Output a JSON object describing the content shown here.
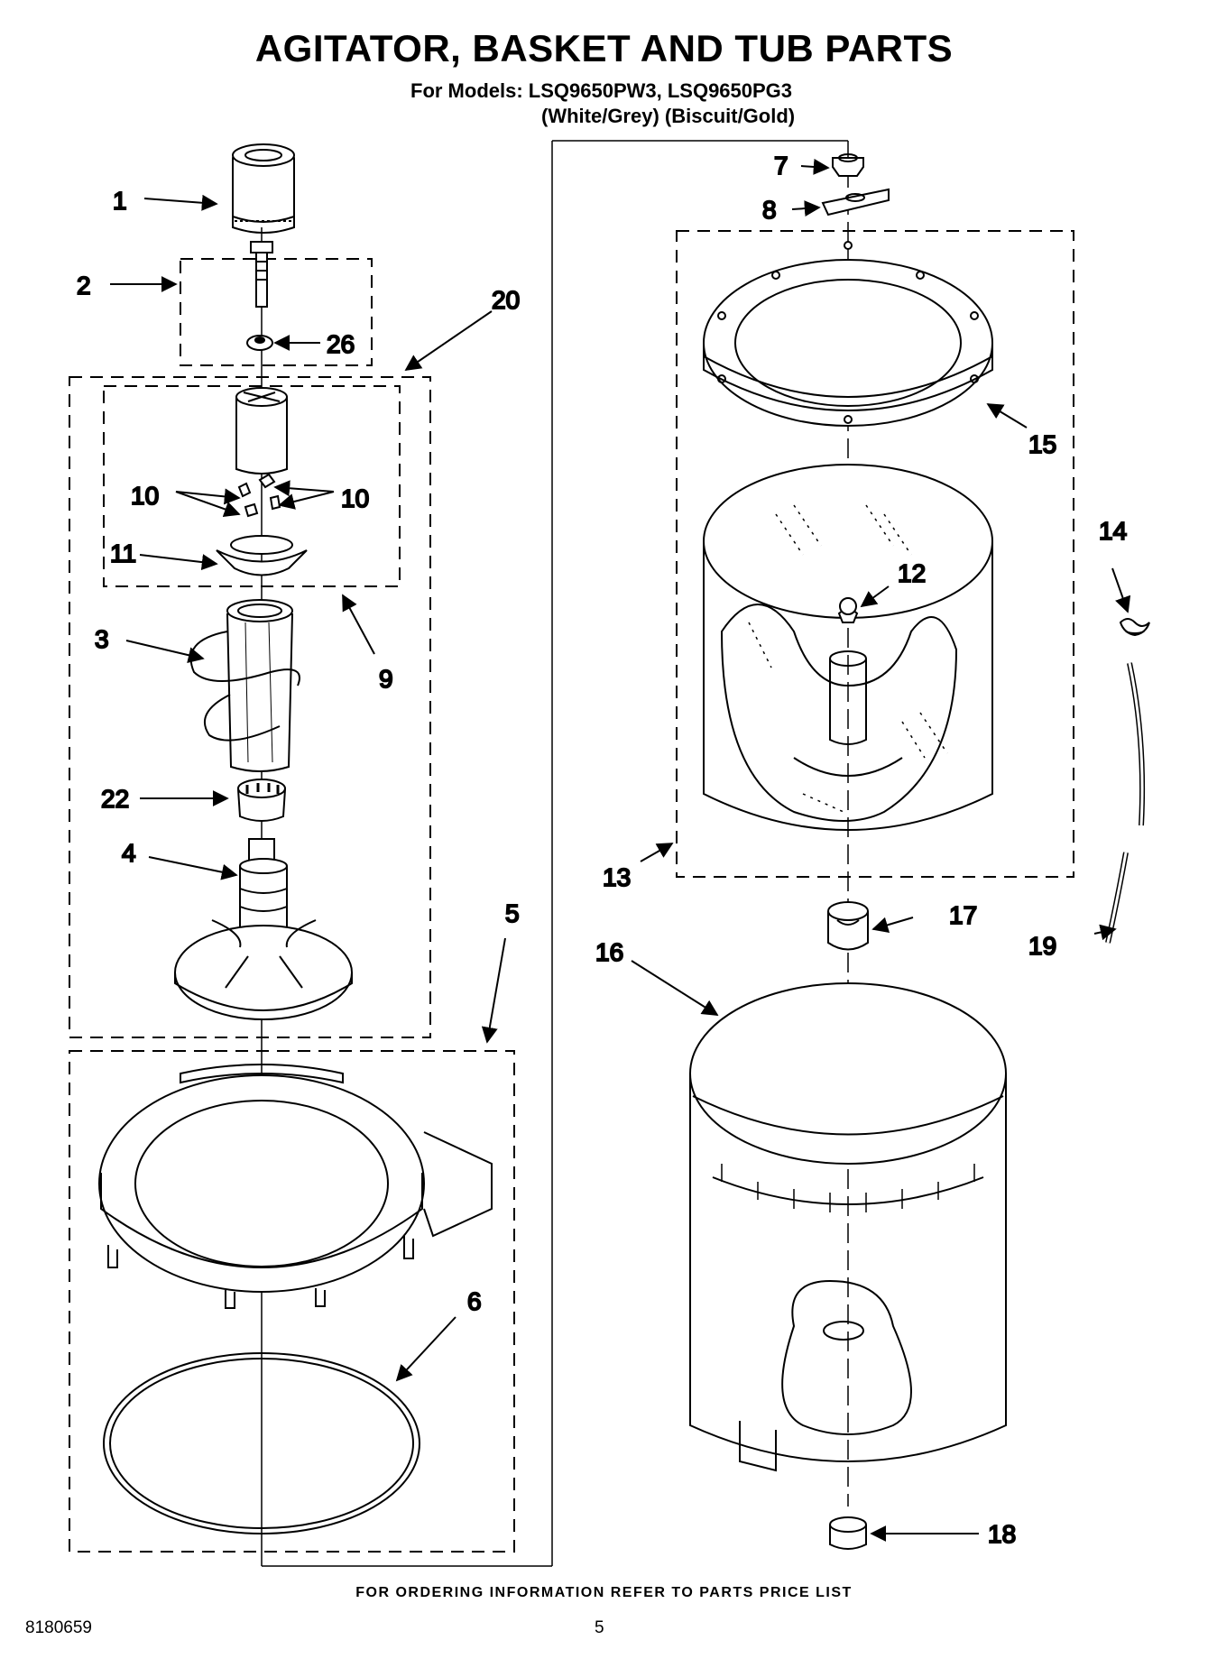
{
  "header": {
    "title": "AGITATOR, BASKET AND TUB PARTS",
    "models": "For Models: LSQ9650PW3, LSQ9650PG3",
    "colors": "(White/Grey)   (Biscuit/Gold)"
  },
  "callouts": {
    "c1": "1",
    "c2": "2",
    "c3": "3",
    "c4": "4",
    "c5": "5",
    "c6": "6",
    "c7": "7",
    "c8": "8",
    "c9": "9",
    "c10a": "10",
    "c10b": "10",
    "c11": "11",
    "c12": "12",
    "c13": "13",
    "c14": "14",
    "c15": "15",
    "c16": "16",
    "c17": "17",
    "c18": "18",
    "c19": "19",
    "c20": "20",
    "c22": "22",
    "c26": "26"
  },
  "footer": {
    "ordering": "FOR ORDERING INFORMATION REFER TO PARTS PRICE LIST",
    "doc_number": "8180659",
    "page_number": "5"
  }
}
